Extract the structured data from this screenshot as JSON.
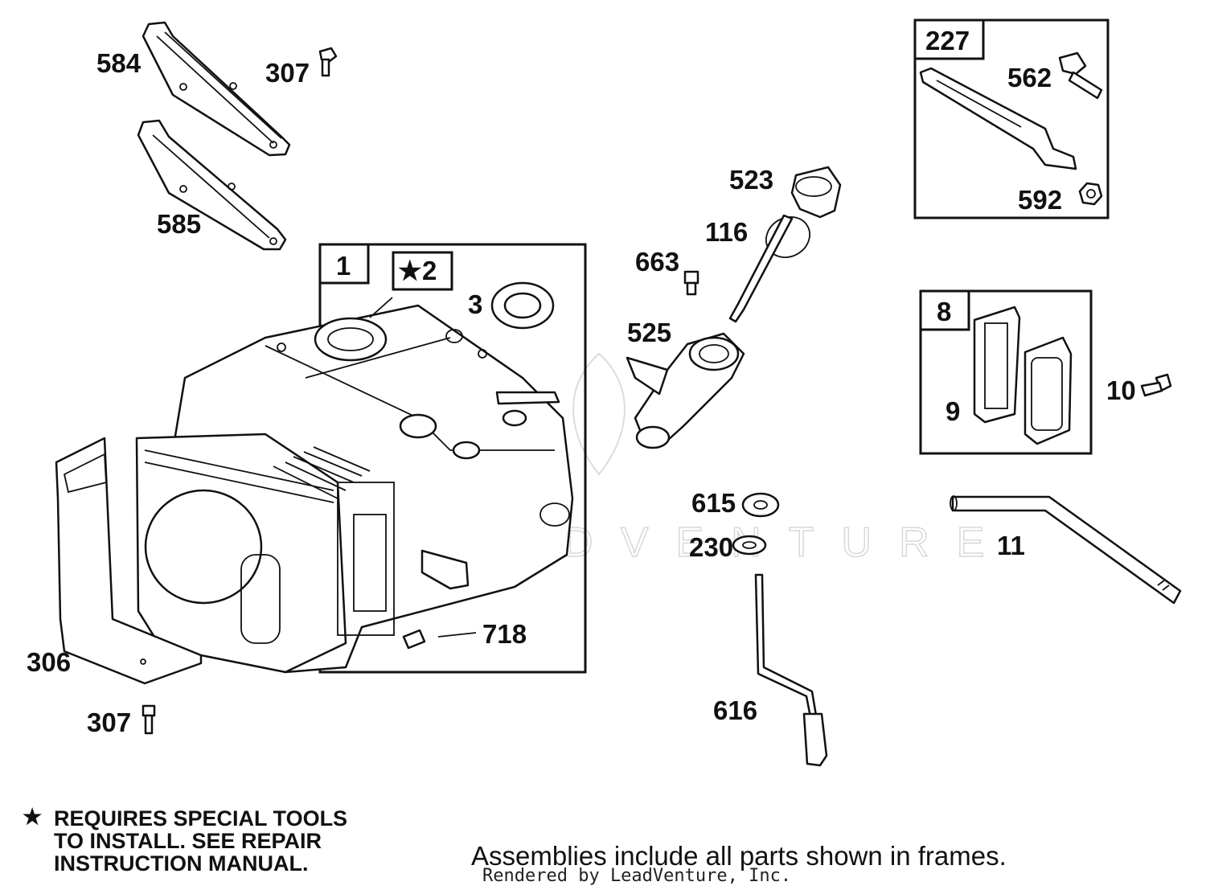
{
  "parts": {
    "p584": "584",
    "p307_top": "307",
    "p585": "585",
    "p1": "1",
    "p2": "2",
    "p3": "3",
    "p306": "306",
    "p307_bottom": "307",
    "p718": "718",
    "p523": "523",
    "p116": "116",
    "p663": "663",
    "p525": "525",
    "p615": "615",
    "p230": "230",
    "p616": "616",
    "p227": "227",
    "p562": "562",
    "p592": "592",
    "p8": "8",
    "p9": "9",
    "p10": "10",
    "p11": "11"
  },
  "notes": {
    "star_symbol": "★",
    "special_tools_line1": "REQUIRES SPECIAL TOOLS",
    "special_tools_line2": "TO INSTALL.  SEE REPAIR",
    "special_tools_line3": "INSTRUCTION MANUAL.",
    "assemblies_caption": "Assemblies include all parts shown in frames.",
    "rendered_by": "Rendered by LeadVenture, Inc."
  },
  "watermark": "LEADVENTURE"
}
